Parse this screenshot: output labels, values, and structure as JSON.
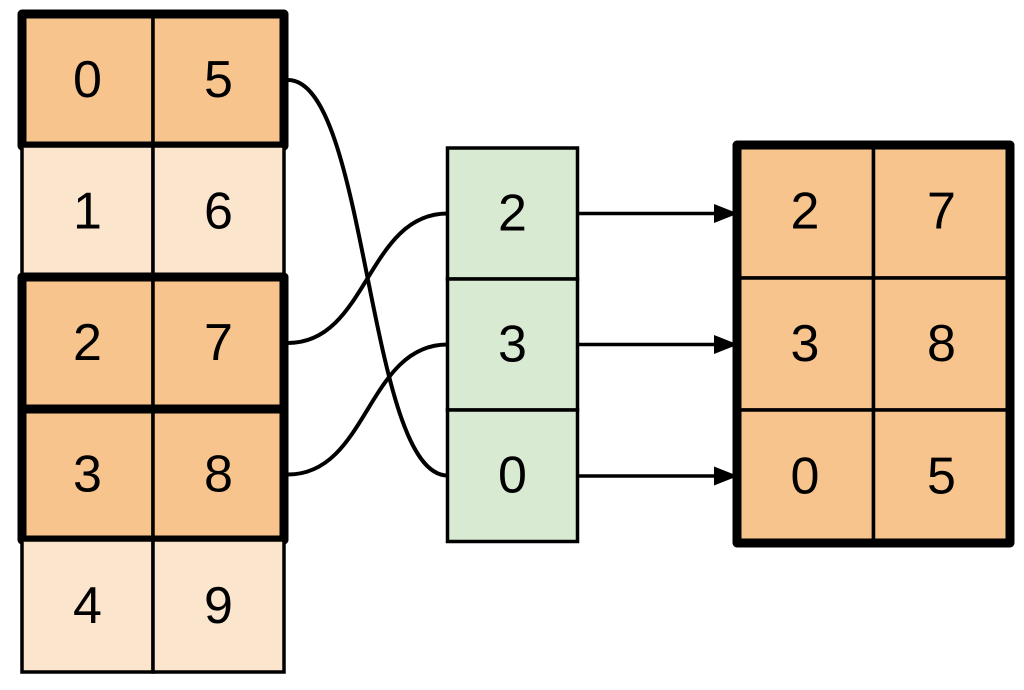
{
  "diagram": {
    "source_table": {
      "rows": [
        {
          "cells": [
            "0",
            "5"
          ],
          "highlighted": true
        },
        {
          "cells": [
            "1",
            "6"
          ],
          "highlighted": false
        },
        {
          "cells": [
            "2",
            "7"
          ],
          "highlighted": true
        },
        {
          "cells": [
            "3",
            "8"
          ],
          "highlighted": true
        },
        {
          "cells": [
            "4",
            "9"
          ],
          "highlighted": false
        }
      ]
    },
    "index_column": {
      "cells": [
        "2",
        "3",
        "0"
      ]
    },
    "result_table": {
      "rows": [
        {
          "cells": [
            "2",
            "7"
          ]
        },
        {
          "cells": [
            "3",
            "8"
          ]
        },
        {
          "cells": [
            "0",
            "5"
          ]
        }
      ]
    },
    "connections": {
      "source_to_index": [
        {
          "source_row": 0,
          "index_value": "0"
        },
        {
          "source_row": 2,
          "index_value": "2"
        },
        {
          "source_row": 3,
          "index_value": "3"
        }
      ],
      "index_to_result": [
        {
          "index_value": "2",
          "result_row": 0
        },
        {
          "index_value": "3",
          "result_row": 1
        },
        {
          "index_value": "0",
          "result_row": 2
        }
      ]
    },
    "colors": {
      "highlight_fill": "#F7C48D",
      "muted_fill": "#FCE5CD",
      "index_fill": "#D9EAD3",
      "line": "#000000",
      "background": "#FFFFFF"
    }
  }
}
